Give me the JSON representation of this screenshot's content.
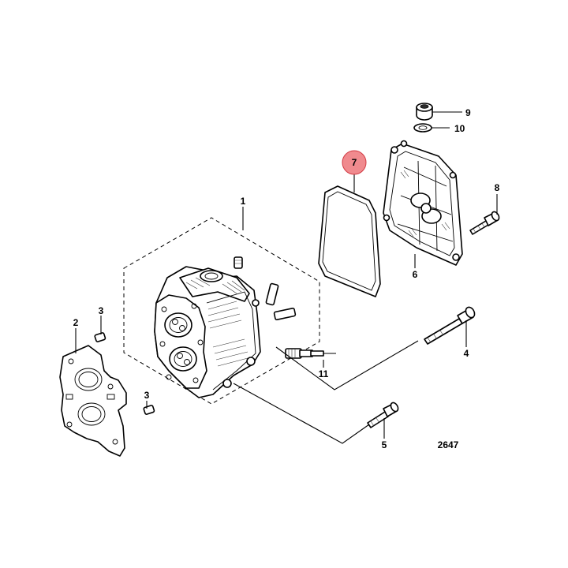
{
  "figure_id": "2647",
  "highlight_color": "#f08a8e",
  "callouts": [
    {
      "id": "c1",
      "text": "1"
    },
    {
      "id": "c2",
      "text": "2"
    },
    {
      "id": "c3a",
      "text": "3"
    },
    {
      "id": "c3b",
      "text": "3"
    },
    {
      "id": "c4",
      "text": "4"
    },
    {
      "id": "c5",
      "text": "5"
    },
    {
      "id": "c6",
      "text": "6"
    },
    {
      "id": "c7",
      "text": "7",
      "highlighted": true
    },
    {
      "id": "c8",
      "text": "8"
    },
    {
      "id": "c9",
      "text": "9"
    },
    {
      "id": "c10",
      "text": "10"
    },
    {
      "id": "c11",
      "text": "11"
    }
  ],
  "parts": [
    {
      "callout": "1",
      "icon": "cylinder-head"
    },
    {
      "callout": "2",
      "icon": "head-gasket"
    },
    {
      "callout": "3",
      "icon": "dowel-pin"
    },
    {
      "callout": "4",
      "icon": "long-bolt"
    },
    {
      "callout": "5",
      "icon": "short-bolt"
    },
    {
      "callout": "6",
      "icon": "head-cover"
    },
    {
      "callout": "7",
      "icon": "cover-gasket"
    },
    {
      "callout": "8",
      "icon": "cover-screw"
    },
    {
      "callout": "9",
      "icon": "plug"
    },
    {
      "callout": "10",
      "icon": "sealing-washer"
    },
    {
      "callout": "11",
      "icon": "temperature-sensor"
    }
  ]
}
